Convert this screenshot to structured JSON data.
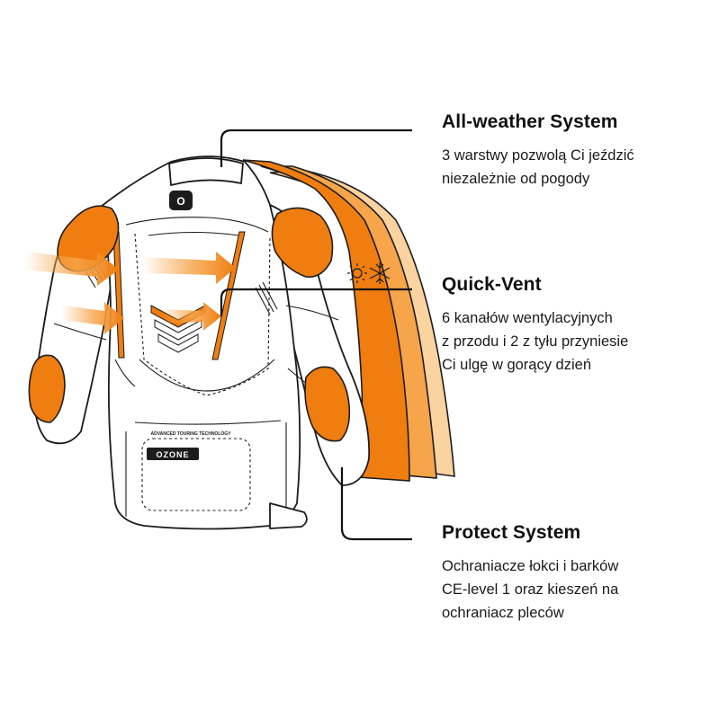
{
  "brand": {
    "logo_text": "OZONE",
    "tagline": "ADVANCED TOURING TECHNOLOGY"
  },
  "colors": {
    "protector": "#f07d10",
    "layer_dark": "#f07d10",
    "layer_mid": "#f6a54a",
    "layer_light": "#fbd3a0",
    "outline": "#1c1c1c",
    "jacket_fill": "#ffffff"
  },
  "icons": [
    "sun-icon",
    "snowflake-icon"
  ],
  "features": [
    {
      "title": "All-weather System",
      "lines": [
        "3 warstwy pozwolą Ci jeździć",
        "niezależnie od pogody"
      ]
    },
    {
      "title": "Quick-Vent",
      "lines": [
        "6 kanałów wentylacyjnych",
        "z przodu i 2 z tyłu przyniesie",
        "Ci ulgę w gorący dzień"
      ]
    },
    {
      "title": "Protect System",
      "lines": [
        "Ochraniacze łokci i barków",
        "CE-level 1 oraz kieszeń na",
        "ochraniacz pleców"
      ]
    }
  ]
}
